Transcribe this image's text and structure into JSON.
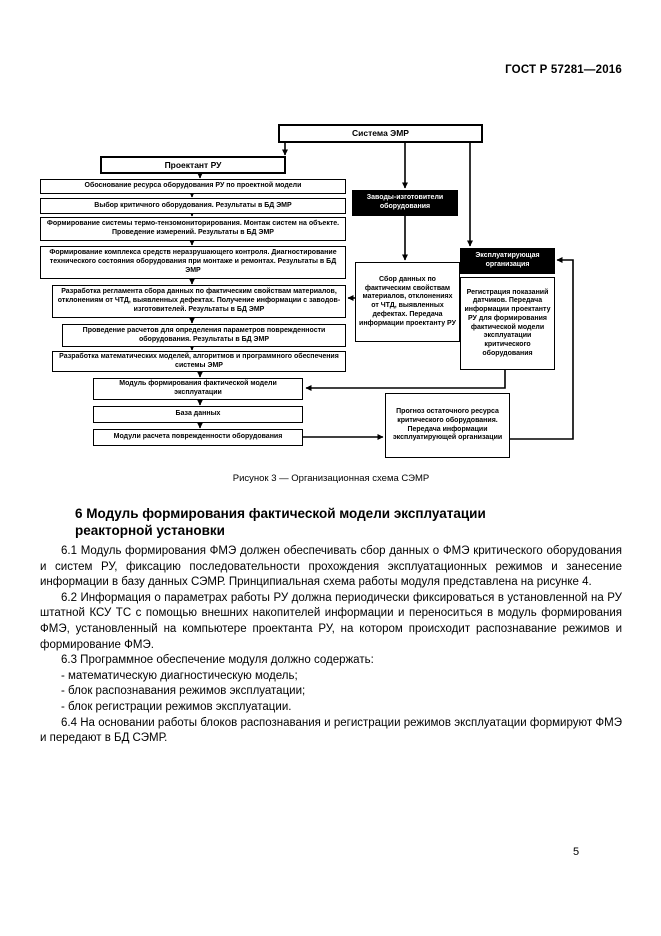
{
  "page": {
    "header": "ГОСТ Р 57281—2016",
    "page_number": "5"
  },
  "diagram": {
    "caption": "Рисунок 3 — Организационная схема СЭМР",
    "boxes": {
      "system": "Система ЭМР",
      "designer": "Проектант РУ",
      "left1": "Обоснование ресурса оборудования РУ по проектной модели",
      "left2": "Выбор критичного оборудования. Результаты в БД ЭМР",
      "left3": "Формирование системы термо-тензомониторирования. Монтаж систем на объекте. Проведение измерений. Результаты в БД ЭМР",
      "left4": "Формирование комплекса средств неразрушающего контроля. Диагностирование технического состояния оборудования при монтаже и ремонтах. Результаты в БД ЭМР",
      "left5": "Разработка регламента сбора данных по фактическим свойствам материалов, отклонениям от ЧТД, выявленных дефектах. Получение информации с заводов-изготовителей. Результаты в БД ЭМР",
      "left6": "Проведение расчетов для определения параметров поврежденности оборудования. Результаты в БД ЭМР",
      "left7": "Разработка математических моделей, алгоритмов и программного обеспечения системы ЭМР",
      "module1": "Модуль формирования фактической модели эксплуатации",
      "module2": "База данных",
      "module3": "Модули расчета поврежденности оборудования",
      "factories": "Заводы-изготовители оборудования",
      "collect": "Сбор данных по фактическим свойствам материалов, отклонениях от ЧТД, выявленных дефектах. Передача информации проектанту РУ",
      "operator": "Эксплуатирующая организация",
      "register": "Регистрация показаний датчиков. Передача информации проектанту РУ для формирования фактической модели эксплуатации критического оборудования",
      "forecast": "Прогноз остаточного ресурса критического оборудования. Передача информации эксплуатирующей организации"
    }
  },
  "section": {
    "title_line1": "6 Модуль формирования фактической модели эксплуатации",
    "title_line2": "реакторной установки",
    "paragraphs": [
      "6.1 Модуль формирования ФМЭ должен обеспечивать сбор данных о ФМЭ критического оборудования и систем РУ, фиксацию последовательности прохождения эксплуатационных режимов и занесение информации в базу данных СЭМР. Принципиальная схема работы модуля представлена на рисунке 4.",
      "6.2 Информация о параметрах работы РУ должна периодически фиксироваться в установленной на РУ штатной КСУ ТС с помощью внешних накопителей информации и переноситься в модуль формирования ФМЭ, установленный на компьютере проектанта РУ, на котором происходит распознавание режимов и формирование ФМЭ.",
      "6.3 Программное обеспечение модуля должно содержать:",
      "- математическую диагностическую модель;",
      "- блок распознавания режимов эксплуатации;",
      "- блок регистрации режимов эксплуатации.",
      "6.4 На основании работы блоков распознавания и регистрации режимов эксплуатации формируют ФМЭ и передают в БД СЭМР."
    ]
  }
}
